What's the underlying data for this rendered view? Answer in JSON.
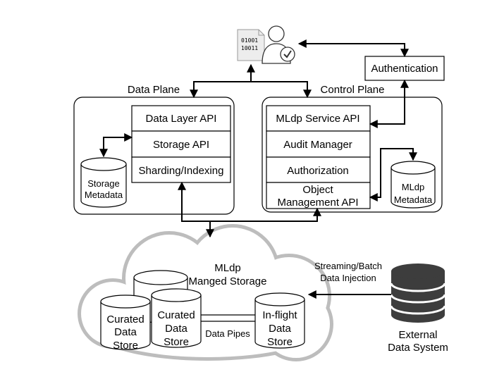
{
  "user_icon": {
    "binary_top": "01001",
    "binary_bottom": "10011",
    "icon": "user-verified-icon"
  },
  "authentication": "Authentication",
  "data_plane": {
    "title": "Data Plane",
    "apis": [
      "Data Layer API",
      "Storage API",
      "Sharding/Indexing"
    ],
    "metadata": [
      "Storage",
      "Metadata"
    ]
  },
  "control_plane": {
    "title": "Control Plane",
    "apis": [
      "MLdp Service API",
      "Audit Manager",
      "Authorization"
    ],
    "object_api": [
      "Object",
      "Management API"
    ],
    "metadata": [
      "MLdp",
      "Metadata"
    ]
  },
  "storage": {
    "title": [
      "MLdp",
      "Manged Storage"
    ],
    "curated_1": [
      "Curated",
      "Data",
      "Store"
    ],
    "curated_2": [
      "Curated",
      "Data",
      "Store"
    ],
    "inflight": [
      "In-flight",
      "Data",
      "Store"
    ],
    "pipes_label": "Data Pipes"
  },
  "ingestion": [
    "Streaming/Batch",
    "Data Injection"
  ],
  "external": [
    "External",
    "Data System"
  ]
}
